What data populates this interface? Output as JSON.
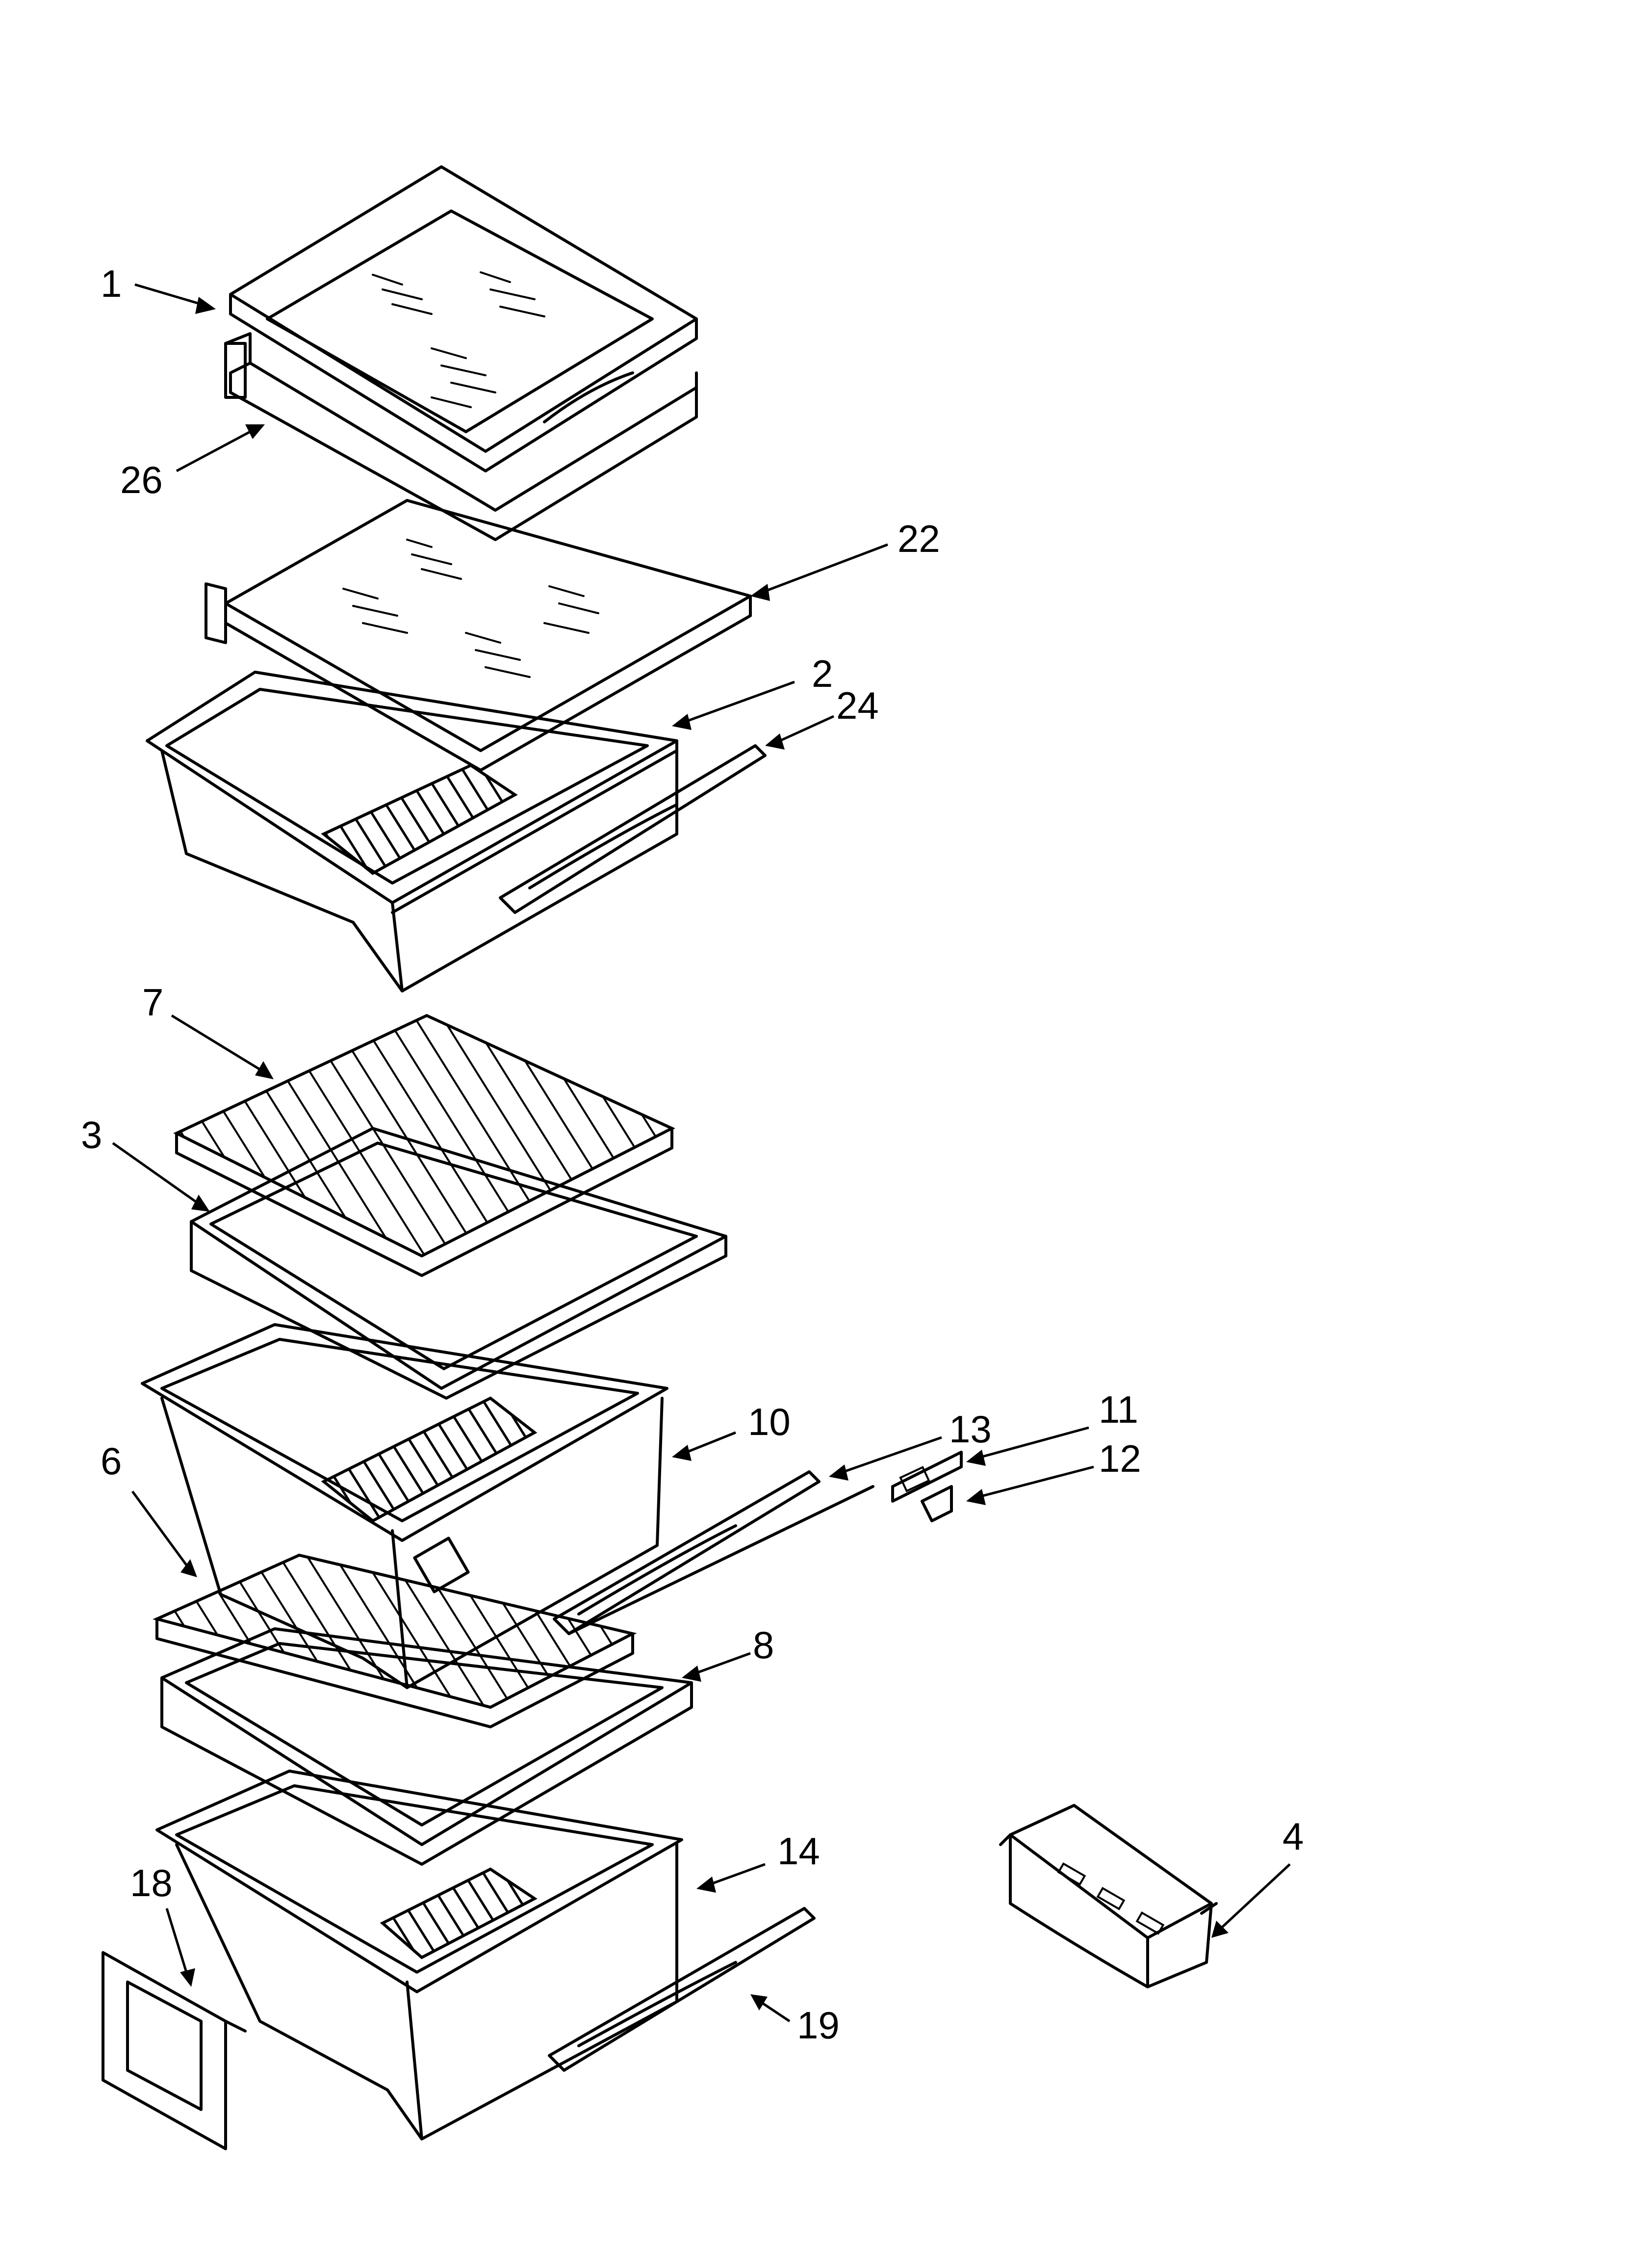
{
  "diagram": {
    "type": "exploded-parts-diagram",
    "callouts": [
      {
        "id": "1",
        "label": "1"
      },
      {
        "id": "26",
        "label": "26"
      },
      {
        "id": "22",
        "label": "22"
      },
      {
        "id": "2",
        "label": "2"
      },
      {
        "id": "24",
        "label": "24"
      },
      {
        "id": "7",
        "label": "7"
      },
      {
        "id": "3",
        "label": "3"
      },
      {
        "id": "13",
        "label": "13"
      },
      {
        "id": "11",
        "label": "11"
      },
      {
        "id": "12",
        "label": "12"
      },
      {
        "id": "10",
        "label": "10"
      },
      {
        "id": "6",
        "label": "6"
      },
      {
        "id": "8",
        "label": "8"
      },
      {
        "id": "14",
        "label": "14"
      },
      {
        "id": "4",
        "label": "4"
      },
      {
        "id": "18",
        "label": "18"
      },
      {
        "id": "19",
        "label": "19"
      }
    ]
  }
}
